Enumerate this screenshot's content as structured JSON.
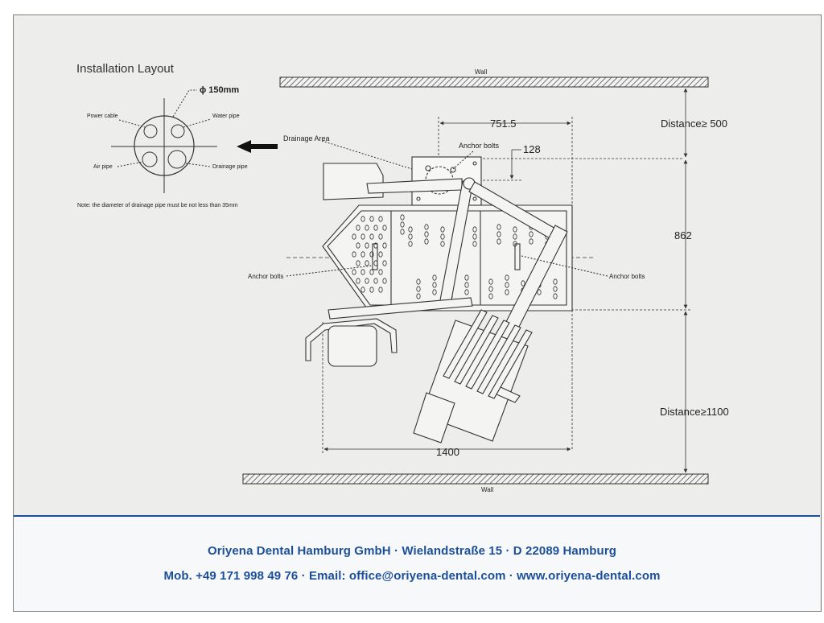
{
  "title": "Installation Layout",
  "pipe_diameter": "ϕ 150mm",
  "labels": {
    "power_cable": "Power cable",
    "water_pipe": "Water pipe",
    "air_pipe": "Air pipe",
    "drainage_pipe": "Drainage pipe",
    "note": "Note: the diameter of drainage pipe must be not less than 35mm",
    "drainage_area": "Drainage Area",
    "anchor_bolts_top": "Anchor bolts",
    "anchor_bolts_left": "Anchor bolts",
    "anchor_bolts_right": "Anchor bolts",
    "wall_top": "Wall",
    "wall_bottom": "Wall"
  },
  "dimensions": {
    "width_top": "751.5",
    "offset_top": "128",
    "distance_top": "Distance≥ 500",
    "depth": "862",
    "distance_bottom": "Distance≥1100",
    "width_total": "1400"
  },
  "footer": {
    "company_line": "Oriyena Dental Hamburg GmbH · Wielandstraße 15 · D 22089 Hamburg",
    "contact_line": "Mob. +49 171 998 49 76 · Email: office@oriyena-dental.com · www.oriyena-dental.com"
  },
  "colors": {
    "footer_text": "#1d4f99",
    "footer_rule": "#1b4f9c",
    "sheet": "#ededeb",
    "line": "#3a3a3a"
  }
}
